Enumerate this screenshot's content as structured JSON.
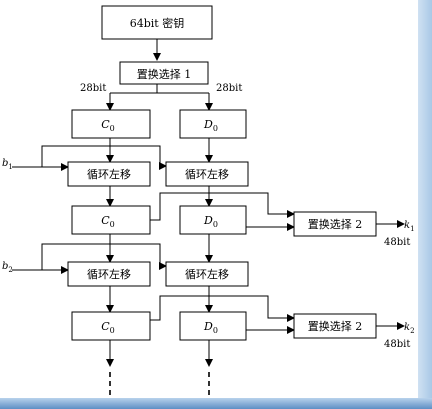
{
  "colors": {
    "line": "#000000",
    "box_fill": "#ffffff",
    "frame_accent": "#5d8fc4"
  },
  "nodes": {
    "key": "64bit 密钥",
    "pc1": "置换选择 1",
    "c0_top": "C",
    "d0_top": "D",
    "shift1_left": "循环左移",
    "shift1_right": "循环左移",
    "c0_mid": "C",
    "d0_mid": "D",
    "pc2_first": "置换选择 2",
    "shift2_left": "循环左移",
    "shift2_right": "循环左移",
    "c0_bot": "C",
    "d0_bot": "D",
    "pc2_second": "置换选择 2",
    "subscript": "0"
  },
  "labels": {
    "left_bits": "28bit",
    "right_bits": "28bit",
    "b1": "b",
    "b1_sub": "1",
    "b2": "b",
    "b2_sub": "2",
    "k1": "k",
    "k1_sub": "1",
    "k2": "k",
    "k2_sub": "2",
    "out_bits_1": "48bit",
    "out_bits_2": "48bit"
  }
}
